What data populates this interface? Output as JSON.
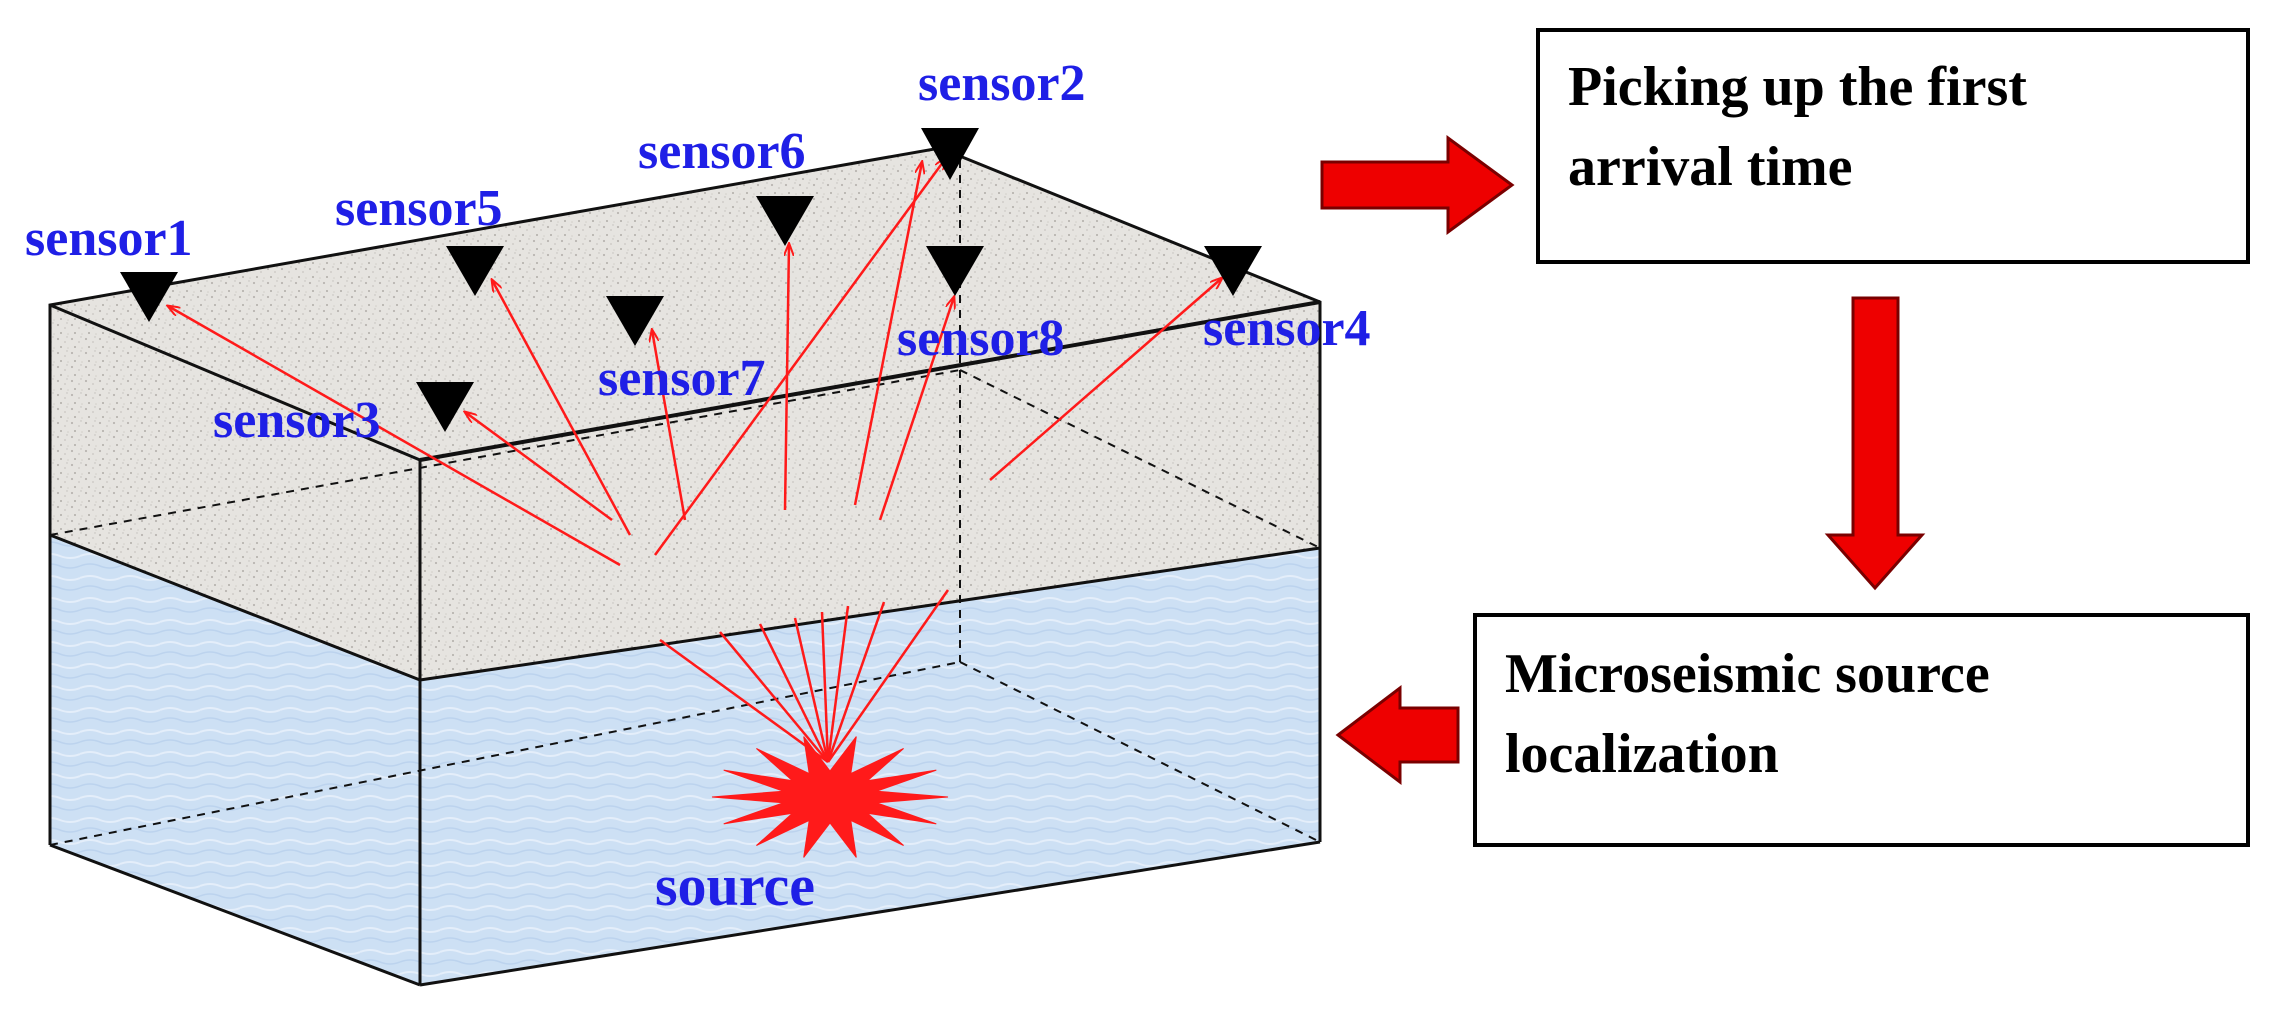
{
  "sensors": [
    {
      "id": "sensor1",
      "label": "sensor1"
    },
    {
      "id": "sensor2",
      "label": "sensor2"
    },
    {
      "id": "sensor3",
      "label": "sensor3"
    },
    {
      "id": "sensor4",
      "label": "sensor4"
    },
    {
      "id": "sensor5",
      "label": "sensor5"
    },
    {
      "id": "sensor6",
      "label": "sensor6"
    },
    {
      "id": "sensor7",
      "label": "sensor7"
    },
    {
      "id": "sensor8",
      "label": "sensor8"
    }
  ],
  "source": {
    "label": "source"
  },
  "flow": {
    "step1_line1": "Picking up the first",
    "step1_line2": "arrival time",
    "step2_line1": "Microseismic source",
    "step2_line2": "localization"
  },
  "colors": {
    "sensor_label": "#1f1fe6",
    "ray": "#ff1a1a",
    "arrow_fill": "#ee0000",
    "upper_layer": "#e8e6e2",
    "lower_layer": "#cfe1f5",
    "marker": "#000000",
    "source_burst": "#ff1a1a"
  },
  "icons": {
    "sensor_marker": "down-triangle-icon",
    "source_marker": "starburst-icon",
    "flow_arrow": "block-arrow-icon"
  }
}
